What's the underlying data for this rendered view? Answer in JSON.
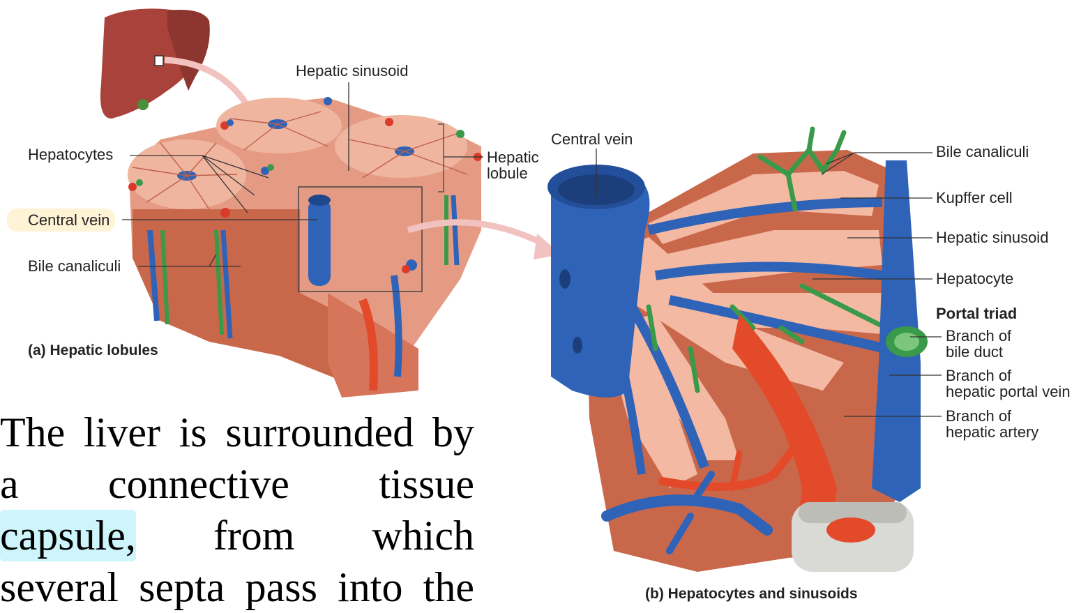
{
  "panel_a": {
    "caption": "(a) Hepatic lobules",
    "labels": {
      "hepatic_sinusoid": "Hepatic sinusoid",
      "hepatocytes": "Hepatocytes",
      "hepatic_lobule": "Hepatic\nlobule",
      "central_vein": "Central vein",
      "bile_canaliculi": "Bile canaliculi"
    }
  },
  "panel_b": {
    "caption": "(b) Hepatocytes and sinusoids",
    "labels": {
      "central_vein": "Central vein",
      "bile_canaliculi": "Bile canaliculi",
      "kupffer_cell": "Kupffer cell",
      "hepatic_sinusoid": "Hepatic sinusoid",
      "hepatocyte": "Hepatocyte",
      "portal_triad": "Portal triad",
      "branch_bile_duct": "Branch of\nbile duct",
      "branch_portal_vein": "Branch of\nhepatic portal vein",
      "branch_hepatic_artery": "Branch of\nhepatic artery"
    }
  },
  "body_text": {
    "line1": "The liver is surrounded by",
    "line2_a": "a",
    "line2_b": "connective",
    "line2_c": "tissue",
    "line3_a": "capsule,",
    "line3_b": "from",
    "line3_c": "which",
    "line4": "several septa pass into the"
  },
  "colors": {
    "parenchyma": "#d9765a",
    "hepatocyte_fill": "#f3b9a2",
    "vein_blue": "#2f63b8",
    "artery_red": "#e24a2a",
    "bile_green": "#3a9a4a",
    "highlight_cyan": "#cdf5fb",
    "highlight_cream": "#fff3d6"
  }
}
